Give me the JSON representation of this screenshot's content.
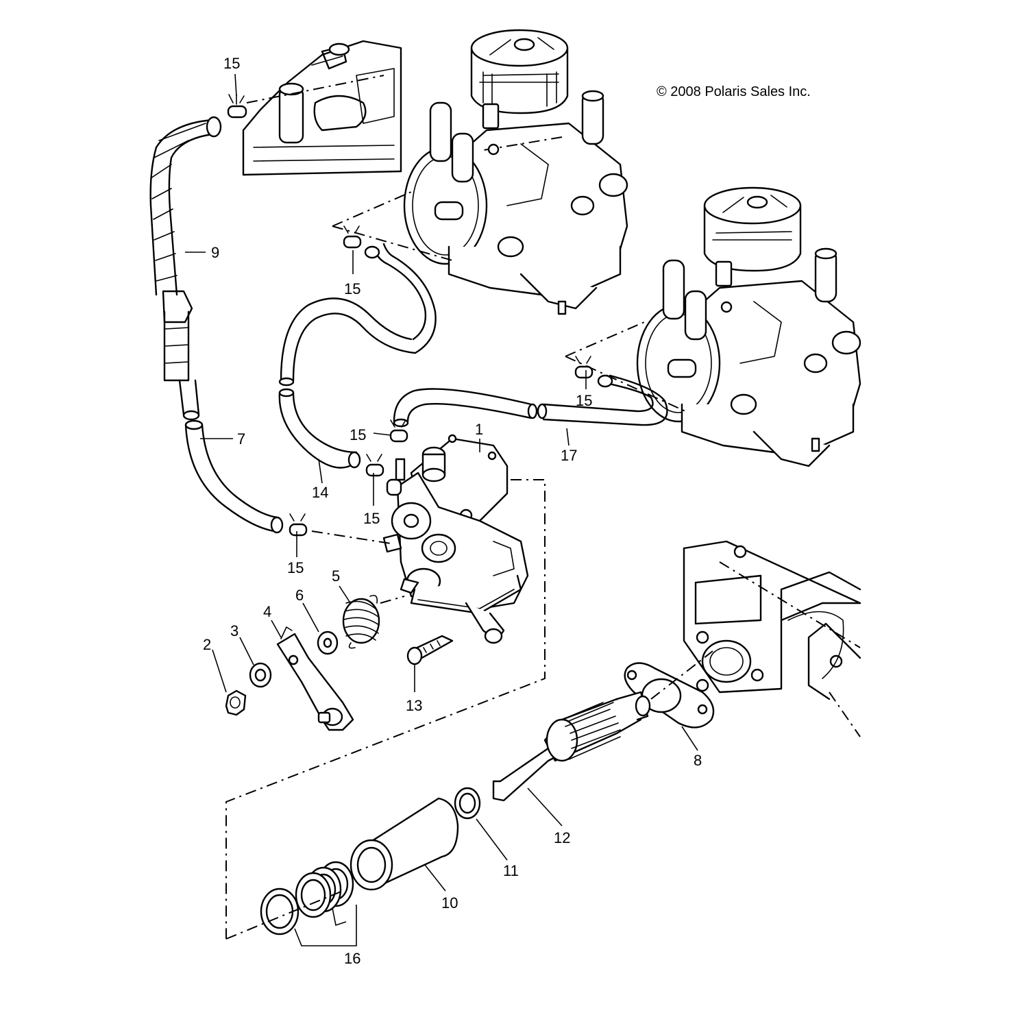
{
  "copyright": "© 2008 Polaris Sales Inc.",
  "callouts": {
    "c1": "1",
    "c2": "2",
    "c3": "3",
    "c4": "4",
    "c5": "5",
    "c6": "6",
    "c7": "7",
    "c8": "8",
    "c9": "9",
    "c10": "10",
    "c11": "11",
    "c12": "12",
    "c13": "13",
    "c14": "14",
    "c15a": "15",
    "c15b": "15",
    "c15c": "15",
    "c15d": "15",
    "c15e": "15",
    "c15f": "15",
    "c16": "16",
    "c17": "17"
  }
}
